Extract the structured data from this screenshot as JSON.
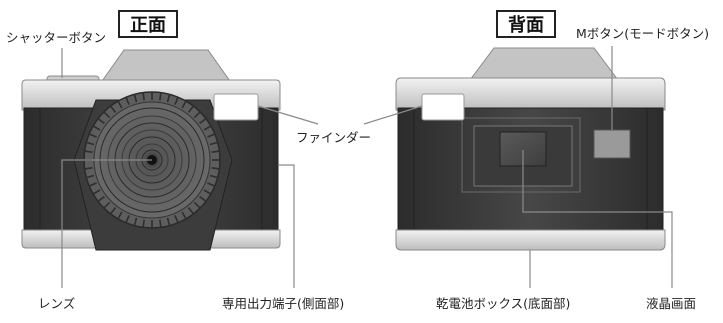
{
  "titles": {
    "front": "正面",
    "back": "背面"
  },
  "callouts": {
    "shutter_button": "シャッターボタン",
    "m_button": "Mボタン(モードボタン)",
    "finder": "ファインダー",
    "lens": "レンズ",
    "output_port": "専用出力端子(側面部)",
    "battery_box": "乾電池ボックス(底面部)",
    "lcd_screen": "液晶画面"
  },
  "colors": {
    "body_dark": "#3a3a3a",
    "body_light": "#d6d6d6",
    "lens_dark": "#4a4a4a",
    "screen": "#555555",
    "leader_line": "#777777"
  }
}
